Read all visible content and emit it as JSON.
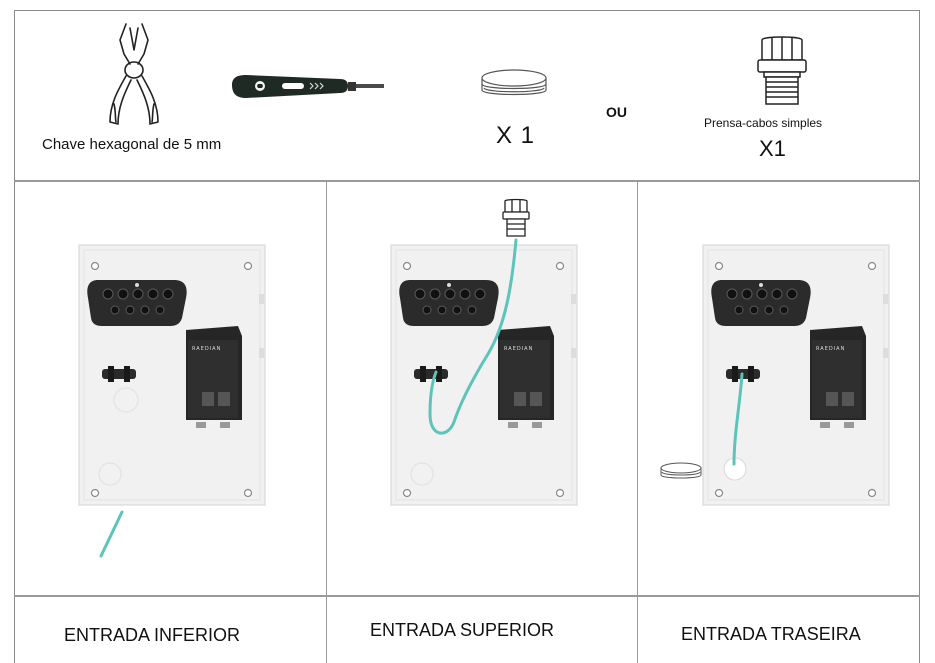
{
  "tools": {
    "hex_key_label": "Chave hexagonal de 5 mm",
    "plug_qty": "X 1",
    "or_label": "OU",
    "gland_label": "Prensa-cabos simples",
    "gland_qty": "X1"
  },
  "panels": [
    {
      "label": "ENTRADA INFERIOR",
      "brand": "RAEDIAN"
    },
    {
      "label": "ENTRADA SUPERIOR",
      "brand": "RAEDIAN"
    },
    {
      "label": "ENTRADA TRASEIRA",
      "brand": "RAEDIAN"
    }
  ],
  "colors": {
    "cable": "#5cc4b8",
    "border": "#8a8a8a",
    "backplate": "#f1f1f1",
    "terminal_block": "#2b2b2b"
  }
}
